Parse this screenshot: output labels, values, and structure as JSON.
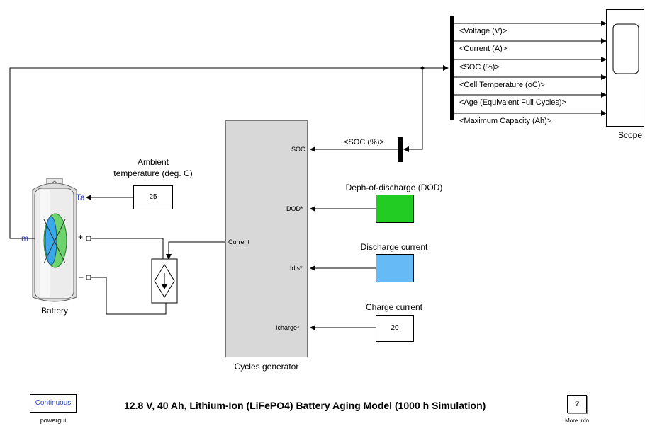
{
  "scope": {
    "signals": [
      "<Voltage (V)>",
      "<Current (A)>",
      "<SOC (%)>",
      "<Cell Temperature (oC)>",
      "<Age (Equivalent Full Cycles)>",
      "<Maximum Capacity  (Ah)>"
    ],
    "label": "Scope"
  },
  "soc_feedback_signal": "<SOC (%)>",
  "cycles_generator": {
    "label": "Cycles generator",
    "ports": {
      "soc": "SOC",
      "dod": "DOD*",
      "idis": "Idis*",
      "icharge": "Icharge*",
      "current": "Current"
    }
  },
  "ambient": {
    "label_line1": "Ambient",
    "label_line2": "temperature (deg. C)",
    "value": "25"
  },
  "dod_block": {
    "label": "Deph-of-discharge (DOD)",
    "color": "#22cc22"
  },
  "discharge_block": {
    "label": "Discharge current",
    "color": "#66bbf7"
  },
  "charge_block": {
    "label": "Charge current",
    "value": "20"
  },
  "battery": {
    "label": "Battery",
    "port_ta": "Ta",
    "port_m": "m",
    "port_plus": "+",
    "port_minus": "−"
  },
  "powergui": {
    "button": "Continuous",
    "label": "powergui"
  },
  "model_title": "12.8 V, 40 Ah, Lithium-Ion (LiFePO4) Battery Aging Model (1000 h Simulation)",
  "more_info": {
    "symbol": "?",
    "label": "More Info"
  }
}
